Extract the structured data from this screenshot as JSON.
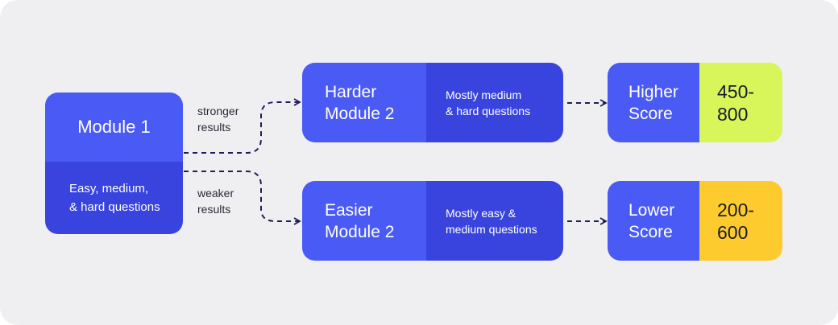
{
  "module1": {
    "title": "Module 1",
    "description": "Easy, medium,\n& hard questions"
  },
  "paths": [
    {
      "label": "stronger\nresults"
    },
    {
      "label": "weaker\nresults"
    }
  ],
  "harder_module": {
    "title": "Harder\nModule 2",
    "description": "Mostly medium\n& hard questions"
  },
  "easier_module": {
    "title": "Easier\nModule 2",
    "description": "Mostly easy &\nmedium questions"
  },
  "higher_score": {
    "title": "Higher\nScore",
    "range": "450-\n800",
    "color": "#d8f65a"
  },
  "lower_score": {
    "title": "Lower\nScore",
    "range": "200-\n600",
    "color": "#fecb2f"
  },
  "colors": {
    "primary": "#4a5af5",
    "primary_dark": "#3844dd",
    "connector": "#1e1e5a",
    "background": "#efeff1"
  }
}
